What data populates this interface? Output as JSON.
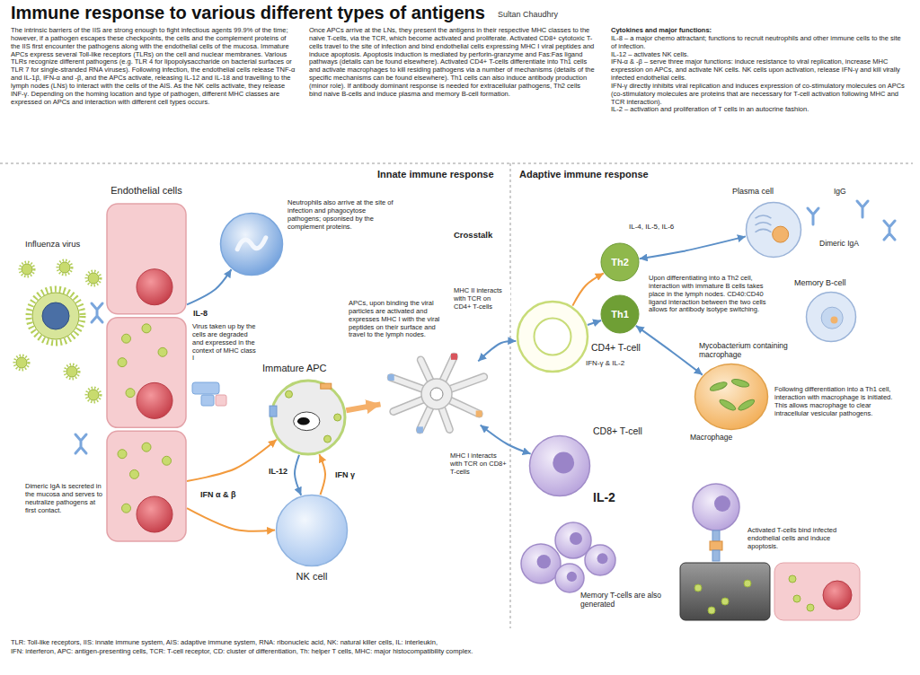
{
  "diagram": {
    "title": "Immune response to various different types of antigens",
    "nodes": [
      {
        "text": [
          "Endothelial cells"
        ]
      },
      {
        "text": [
          "Neutrophils also arrive at the site of infection and phagocytose pathogens; opsonised by the complement proteins."
        ]
      },
      {
        "text": [
          "Immature APC"
        ]
      },
      {
        "text": [
          "NK cell"
        ]
      },
      {
        "text": [
          "APCs, upon binding the viral particles are activated and expresses MHC I with the viral peptides on their surface and travel to the lymph nodes."
        ]
      },
      {
        "text": [
          "CD4+ T-cell"
        ]
      },
      {
        "text": [
          "CD8+ T-cell"
        ]
      },
      {
        "text": [
          "Th2"
        ]
      },
      {
        "text": [
          "Th1"
        ]
      },
      {
        "text": [
          "Plasma cell"
        ]
      },
      {
        "text": [
          "Memory B-cell"
        ]
      },
      {
        "text": [
          "Mycobacterium containing macrophage",
          "Macrophage"
        ]
      },
      {
        "text": [
          "Memory T-cells are also generated"
        ]
      },
      {
        "text": [
          "Activated T-cells bind infected endothelial cells and induce apoptosis."
        ]
      }
    ],
    "edges": [
      {
        "from": 0,
        "to": 1,
        "label": "IL-8",
        "arrow": "to"
      },
      {
        "from": 0,
        "to": 2,
        "label": "IFN α & β",
        "arrow": "to"
      },
      {
        "from": 0,
        "to": 3,
        "arrow": "to"
      },
      {
        "from": 2,
        "to": 3,
        "label": "IL-12",
        "arrow": "to"
      },
      {
        "from": 3,
        "to": 2,
        "label": "IFN γ",
        "arrow": "to"
      },
      {
        "from": 2,
        "to": 4,
        "arrow": "to"
      },
      {
        "from": 4,
        "to": 5,
        "label": "MHC II interacts with TCR on CD4+ T-cells",
        "arrow": "both"
      },
      {
        "from": 4,
        "to": 6,
        "label": "MHC I interacts with TCR on CD8+ T-cells",
        "arrow": "both"
      },
      {
        "from": 5,
        "to": 7,
        "arrow": "to"
      },
      {
        "from": 5,
        "to": 8,
        "arrow": "to"
      },
      {
        "from": 7,
        "to": 9,
        "arrow": "both"
      },
      {
        "from": 8,
        "to": 11,
        "arrow": "both"
      }
    ],
    "labels": [
      "Sultan Chaudhry",
      "The intrinsic barriers of the IIS are strong enough to fight infectious agents 99.9% of the time; however, if a pathogen escapes these checkpoints, the cells and the complement proteins of the IIS first encounter the pathogens along with the endothelial cells of the mucosa. Immature APCs express several Toll-like receptors (TLRs) on the cell and nuclear membranes. Various TLRs recognize different pathogens (e.g. TLR 4 for lipopolysaccharide on bacterial surfaces or TLR 7 for single-stranded RNA viruses). Following infection, the endothelial cells release TNF-α and IL-1β, IFN-α and -β, and the APCs activate, releasing IL-12 and IL-18 and travelling to the lymph nodes (LNs) to interact with the cells of the AIS. As the NK cells activate, they release INF-γ. Depending on the homing location and type of pathogen, different MHC classes are expressed on APCs and interaction with different cell types occurs.",
      "Once APCs arrive at the LNs, they present the antigens in their respective MHC classes to the naive T-cells, via the TCR, which become activated and proliferate. Activated CD8+ cytotoxic T-cells travel to the site of infection and bind endothelial cells expressing MHC I viral peptides and induce apoptosis. Apoptosis induction is mediated by perforin-granzyme and Fas:Fas ligand pathways (details can be found elsewhere). Activated CD4+ T-cells differentiate into Th1 cells and activate macrophages to kill residing pathogens via a number of mechanisms (details of the specific mechanisms can be found elsewhere). Th1 cells can also induce antibody production (minor role). If antibody dominant response is needed for extracellular pathogens, Th2 cells bind naive B-cells and induce plasma and memory B-cell formation.",
      "Cytokines and major functions:",
      "IL-8 – a major chemo attractant; functions to recruit neutrophils and other immune cells to the site of infection.",
      "IL-12 – activates NK cells.",
      "IFN-α & -β – serve three major functions: induce resistance to viral replication, increase MHC expression on APCs, and activate NK cells. NK cells upon activation, release IFN-γ and kill virally infected endothelial cells.",
      "IFN-γ directly inhibits viral replication and induces expression of co-stimulatory molecules on APCs (co-stimulatory molecules are proteins that are necessary for T-cell activation following MHC and TCR interaction).",
      "IL-2 – activation and proliferation of T cells in an autocrine fashion.",
      "Innate immune response",
      "Adaptive immune response",
      "Crosstalk",
      "Influenza virus",
      "Virus taken up by the cells are degraded and expressed in the context of MHC class I",
      "Dimeric IgA is secreted in the mucosa and serves to neutralize pathogens at first contact.",
      "IL-2",
      "IL-4, IL-5, IL-6",
      "Upon differentiating into a Th2 cell, interaction with immature B cells takes place in the lymph nodes. CD40:CD40 ligand interaction between the two cells allows for antibody isotype switching.",
      "IFN-γ & IL-2",
      "IgG",
      "Dimeric IgA",
      "Following differentiation into a Th1 cell, interaction with macrophage is initiated. This allows macrophage to clear intracellular vesicular pathogens.",
      "TLR: Toll-like receptors, IIS: innate immune system, AIS: adaptive immune system, RNA: ribonucleic acid, NK: natural killer cells, IL: interleukin,",
      "IFN: interferon, APC: antigen-presenting cells, TCR: T-cell receptor, CD: cluster of differentiation, Th: helper T cells, MHC: major histocompatibility complex."
    ]
  }
}
